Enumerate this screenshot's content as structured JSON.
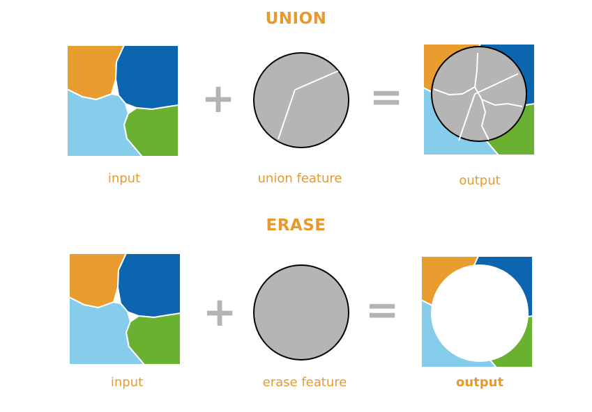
{
  "colors": {
    "orange": "#E99D2E",
    "dark_blue": "#0B66AF",
    "light_blue": "#86CDEB",
    "green": "#6BB131",
    "gray": "#B5B5B4",
    "operator_gray": "#B3B3B3",
    "text_orange": "#E8992C"
  },
  "union": {
    "title": "UNION",
    "input_label": "input",
    "feature_label": "union feature",
    "output_label": "output",
    "plus_symbol": "+",
    "equals_symbol": "="
  },
  "erase": {
    "title": "ERASE",
    "input_label": "input",
    "feature_label": "erase feature",
    "output_label": "output",
    "plus_symbol": "+",
    "equals_symbol": "="
  }
}
